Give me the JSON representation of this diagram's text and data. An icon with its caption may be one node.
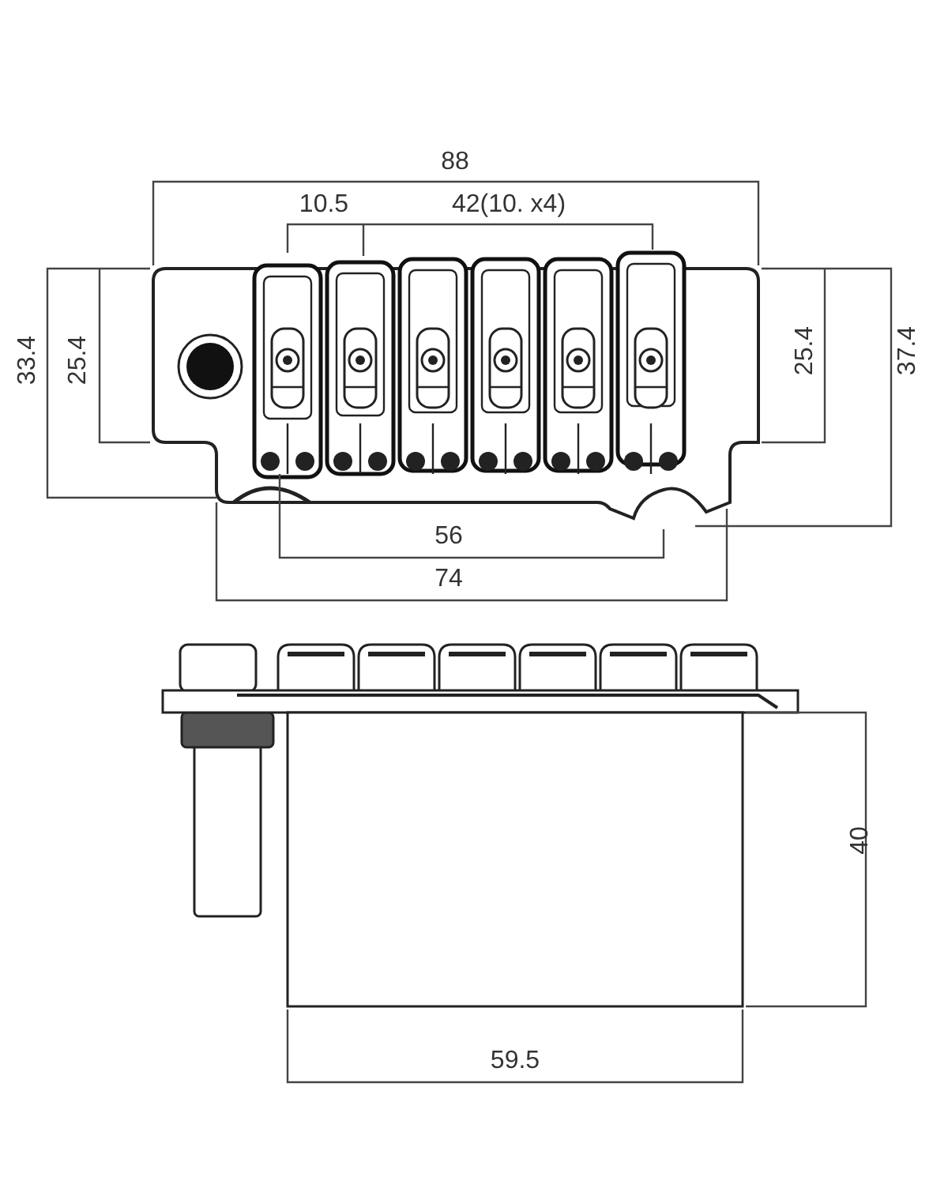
{
  "diagram": {
    "labels": [
      "88",
      "10.5",
      "42(10. x4)",
      "33.4",
      "25.4",
      "25.4",
      "37.4",
      "56",
      "74",
      "40",
      "59.5"
    ]
  }
}
